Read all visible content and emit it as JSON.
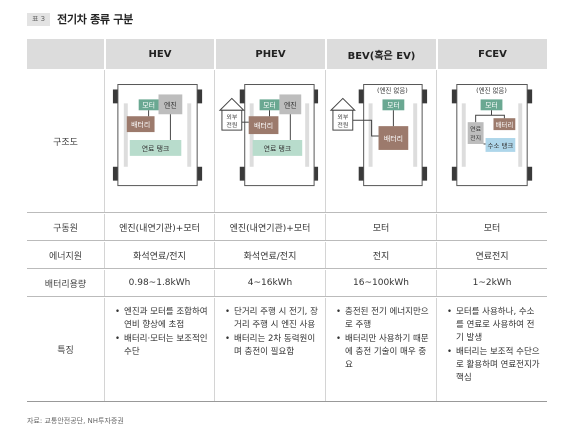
{
  "header": {
    "badge": "표 3",
    "title": "전기차 종류 구분"
  },
  "columns": [
    "HEV",
    "PHEV",
    "BEV(혹은 EV)",
    "FCEV"
  ],
  "rows": {
    "structure": "구조도",
    "drive": {
      "label": "구동원",
      "values": [
        "엔진(내연기관)+모터",
        "엔진(내연기관)+모터",
        "모터",
        "모터"
      ]
    },
    "energy": {
      "label": "에너지원",
      "values": [
        "화석연료/전지",
        "화석연료/전지",
        "전지",
        "연료전지"
      ]
    },
    "battery": {
      "label": "배터리용량",
      "values": [
        "0.98~1.8kWh",
        "4~16kWh",
        "16~100kWh",
        "1~2kWh"
      ]
    },
    "feature": {
      "label": "특징",
      "items": [
        [
          "엔진과 모터를 조합하여 연비 향상에 초점",
          "배터리·모터는 보조적인 수단"
        ],
        [
          "단거리 주행 시 전기, 장거리 주행 시 엔진 사용",
          "배터리는 2차 동력원이며 충전이 필요함"
        ],
        [
          "충전된 전기 에너지만으로 주행",
          "배터리만 사용하기 때문에 충전 기술이 매우 중요"
        ],
        [
          "모터를 사용하나, 수소를 연료로 사용하여 전기 발생",
          "배터리는 보조적 수단으로 활용하며 연료전지가 핵심"
        ]
      ]
    }
  },
  "diagram_labels": {
    "motor": "모터",
    "engine": "엔진",
    "battery": "배터리",
    "fuel_tank": "연료 탱크",
    "external_power_line1": "외부",
    "external_power_line2": "전원",
    "no_engine": "(엔진 없음)",
    "fuel_cell_line1": "연료",
    "fuel_cell_line2": "전지",
    "hydrogen_tank": "수소 탱크"
  },
  "source": "자료: 교통안전공단, NH투자증권",
  "colors": {
    "header_bg": "#dcdcdc",
    "motor_green": "#6aa892",
    "engine_gray": "#bdbdbd",
    "battery_brown": "#9c7a6c",
    "fuel_tank_mint": "#b8dccc",
    "hydrogen_blue": "#aed6ea",
    "wheel": "#3a3a3a"
  }
}
